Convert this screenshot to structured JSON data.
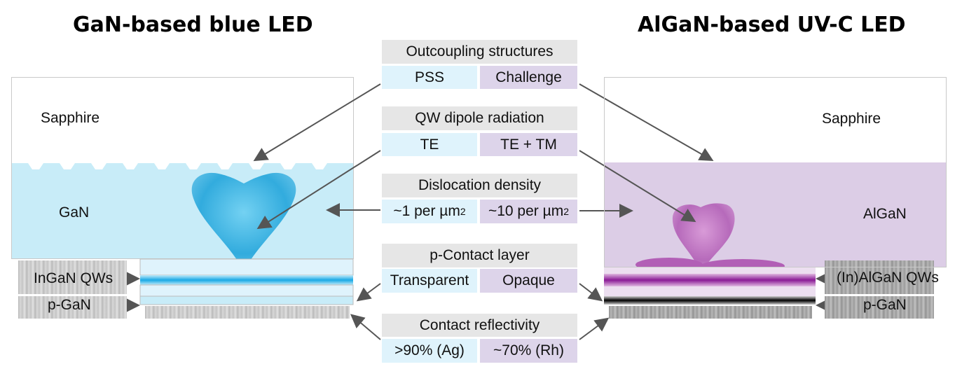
{
  "left": {
    "title": "GaN-based blue LED",
    "sapphire": "Sapphire",
    "gan": "GaN",
    "qws": "InGaN QWs",
    "pgan": "p-GaN"
  },
  "right": {
    "title": "AlGaN-based UV-C LED",
    "sapphire": "Sapphire",
    "algan": "AlGaN",
    "qws": "(In)AlGaN QWs",
    "pgan": "p-GaN"
  },
  "table": {
    "outcoupling": {
      "header": "Outcoupling structures",
      "blue": "PSS",
      "uv": "Challenge"
    },
    "dipole": {
      "header": "QW dipole radiation",
      "blue": "TE",
      "uv": "TE + TM"
    },
    "dislocation": {
      "header": "Dislocation density",
      "blue": "~1 per µm",
      "blue_sup": "2",
      "uv": "~10 per µm",
      "uv_sup": "2"
    },
    "pcontact": {
      "header": "p-Contact layer",
      "blue": "Transparent",
      "uv": "Opaque"
    },
    "reflectivity": {
      "header": "Contact reflectivity",
      "blue": ">90% (Ag)",
      "uv": "~70% (Rh)"
    }
  },
  "colors": {
    "blue_fill": "#c8ecf8",
    "purple_fill": "#dccde6",
    "header_gray": "#e6e6e6",
    "arrow": "#555555"
  }
}
